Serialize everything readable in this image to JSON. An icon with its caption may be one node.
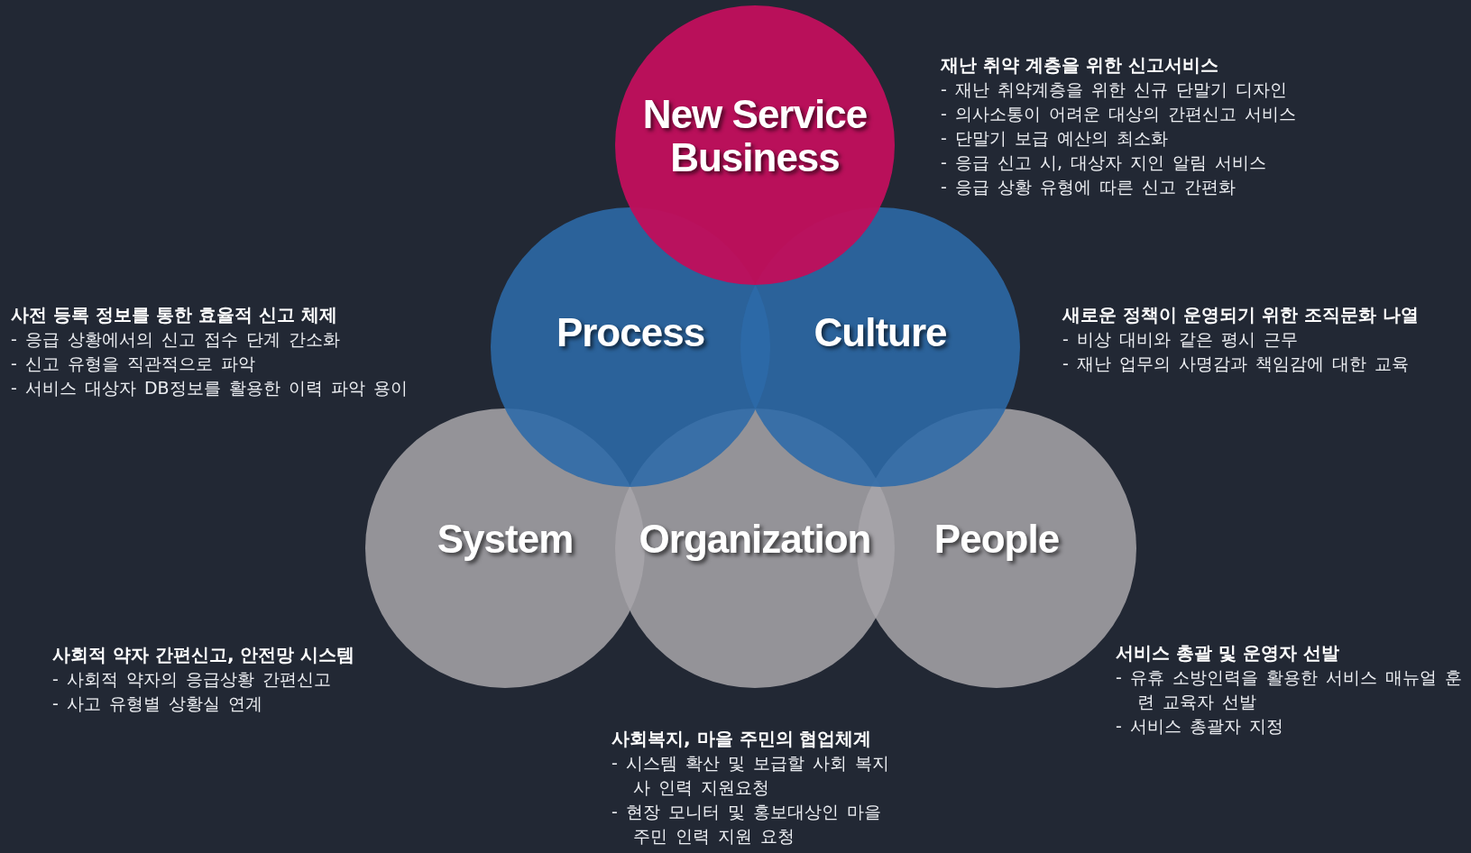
{
  "diagram": {
    "nodes": [
      {
        "text": [
          "New Service Business"
        ],
        "beside": [
          "재난 취약 계층을 위한 신고서비스",
          "- 재난 취약계층을 위한 신규 단말기 디자인",
          "- 의사소통이 어려운 대상의 간편신고 서비스",
          "- 단말기 보급 예산의 최소화",
          "- 응급 신고 시, 대상자 지인 알림 서비스",
          "- 응급 상황 유형에 따른 신고 간편화"
        ]
      },
      {
        "text": [
          "Process"
        ],
        "beside": [
          "사전 등록 정보를 통한 효율적 신고 체제",
          "- 응급 상황에서의 신고 접수 단계 간소화",
          "- 신고 유형을 직관적으로 파악",
          "- 서비스 대상자 DB정보를 활용한 이력 파악 용이"
        ]
      },
      {
        "text": [
          "Culture"
        ],
        "beside": [
          "새로운 정책이 운영되기 위한 조직문화 나열",
          "- 비상 대비와 같은 평시 근무",
          "- 재난 업무의 사명감과 책임감에 대한 교육"
        ]
      },
      {
        "text": [
          "System"
        ],
        "beside": [
          "사회적 약자 간편신고, 안전망 시스템",
          "- 사회적 약자의 응급상황 간편신고",
          "- 사고 유형별 상황실 연계"
        ]
      },
      {
        "text": [
          "Organization"
        ],
        "beside": [
          "사회복지, 마을 주민의 협업체계",
          "- 시스템 확산 및 보급할 사회 복지사 인력 지원요청",
          "- 현장 모니터 및 홍보대상인 마을 주민 인력 지원 요청"
        ]
      },
      {
        "text": [
          "People"
        ],
        "beside": [
          "서비스 총괄 및 운영자 선발",
          "- 유휴 소방인력을 활용한 서비스 매뉴얼 훈련 교육자 선발",
          "- 서비스 총괄자 지정"
        ]
      }
    ]
  }
}
